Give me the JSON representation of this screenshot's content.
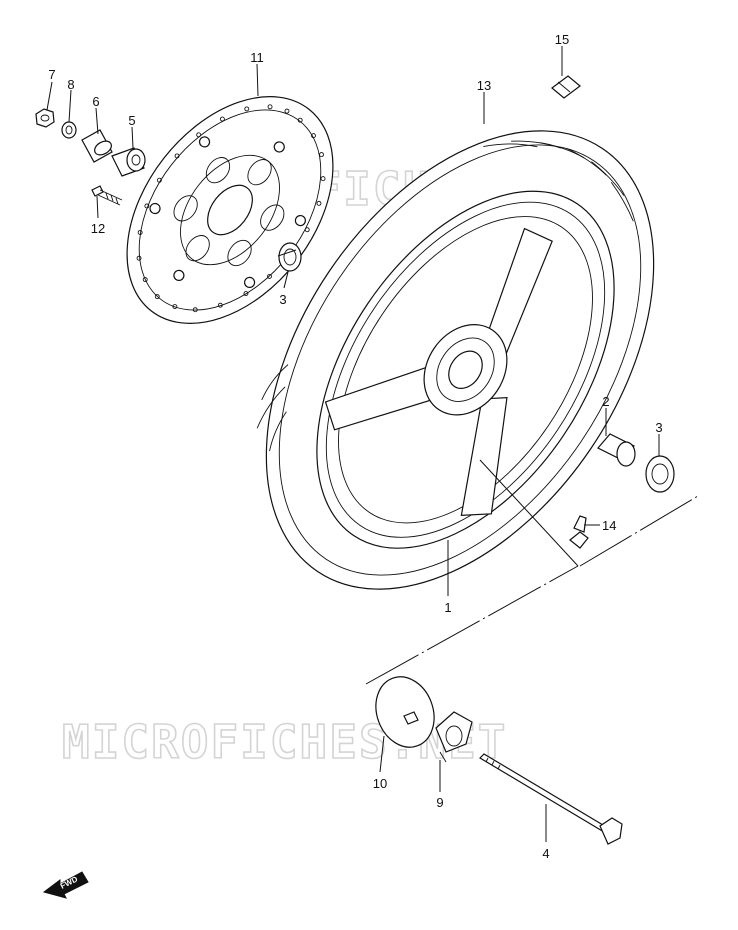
{
  "watermark": "MICROFICHES.NET",
  "fwd_label": "FWD",
  "callouts": [
    {
      "id": "7",
      "label": "7"
    },
    {
      "id": "8",
      "label": "8"
    },
    {
      "id": "6",
      "label": "6"
    },
    {
      "id": "5",
      "label": "5"
    },
    {
      "id": "11",
      "label": "11"
    },
    {
      "id": "12",
      "label": "12"
    },
    {
      "id": "3a",
      "label": "3"
    },
    {
      "id": "13",
      "label": "13"
    },
    {
      "id": "15",
      "label": "15"
    },
    {
      "id": "2",
      "label": "2"
    },
    {
      "id": "3b",
      "label": "3"
    },
    {
      "id": "14",
      "label": "14"
    },
    {
      "id": "1",
      "label": "1"
    },
    {
      "id": "10",
      "label": "10"
    },
    {
      "id": "9",
      "label": "9"
    },
    {
      "id": "4",
      "label": "4"
    }
  ]
}
